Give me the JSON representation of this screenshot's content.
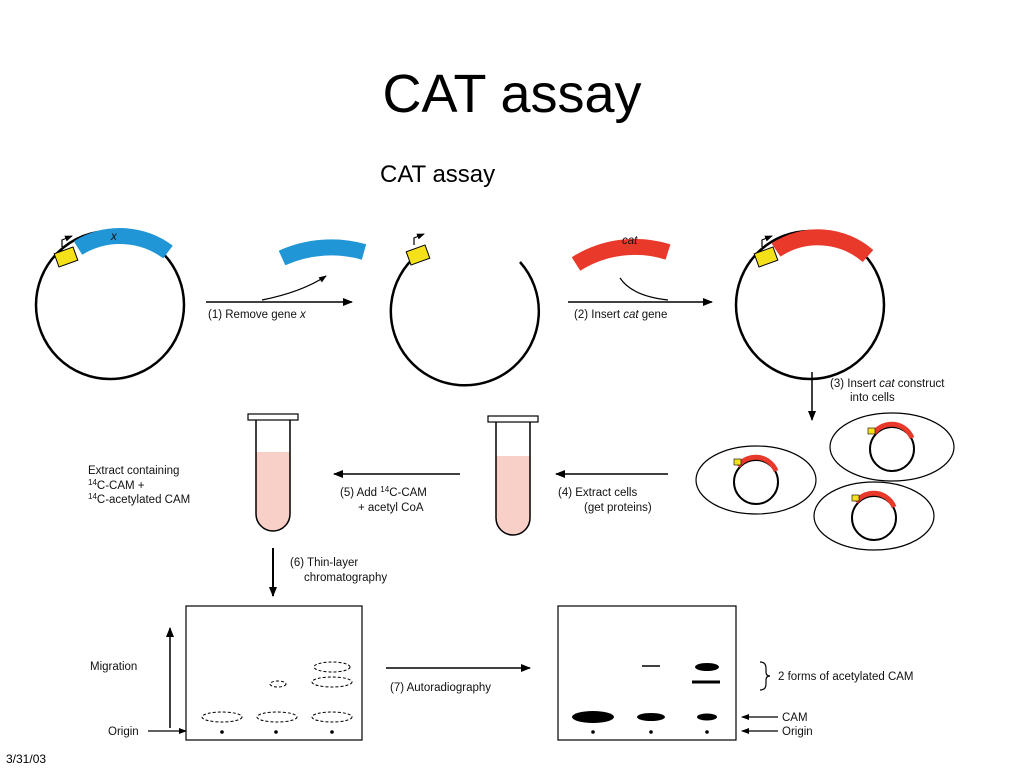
{
  "slide": {
    "title": "CAT assay",
    "date": "3/31/03"
  },
  "figure": {
    "title": "CAT assay",
    "plasmid": {
      "gene_x_label": "x",
      "cat_label": "cat"
    },
    "steps": {
      "step1_prefix": "(1) Remove gene ",
      "step1_italic": "x",
      "step2_prefix": "(2) Insert ",
      "step2_italic": "cat",
      "step2_suffix": " gene",
      "step3_prefix": "(3) Insert ",
      "step3_italic": "cat",
      "step3_suffix": " construct",
      "step3_line2": "into cells",
      "step4_line1": "(4) Extract cells",
      "step4_line2": "(get proteins)",
      "step5_prefix": "(5) Add ",
      "step5_sup": "14",
      "step5_suffix": "C-CAM",
      "step5_line2": "+ acetyl CoA",
      "step6_line1": "(6) Thin-layer",
      "step6_line2": "chromatography",
      "step7": "(7) Autoradiography"
    },
    "extract": {
      "line1": "Extract containing",
      "line2_sup": "14",
      "line2_text": "C-CAM +",
      "line3_sup": "14",
      "line3_text": "C-acetylated CAM"
    },
    "tlc": {
      "migration_label": "Migration",
      "origin_label": "Origin"
    },
    "autorad": {
      "acetylated_label": "2 forms of acetylated CAM",
      "cam_label": "CAM",
      "origin_label": "Origin"
    },
    "colors": {
      "gene_x": "#2196d6",
      "cat_gene": "#e8392b",
      "promoter": "#f5e11a",
      "tube_fill": "#f8d0c8"
    }
  }
}
